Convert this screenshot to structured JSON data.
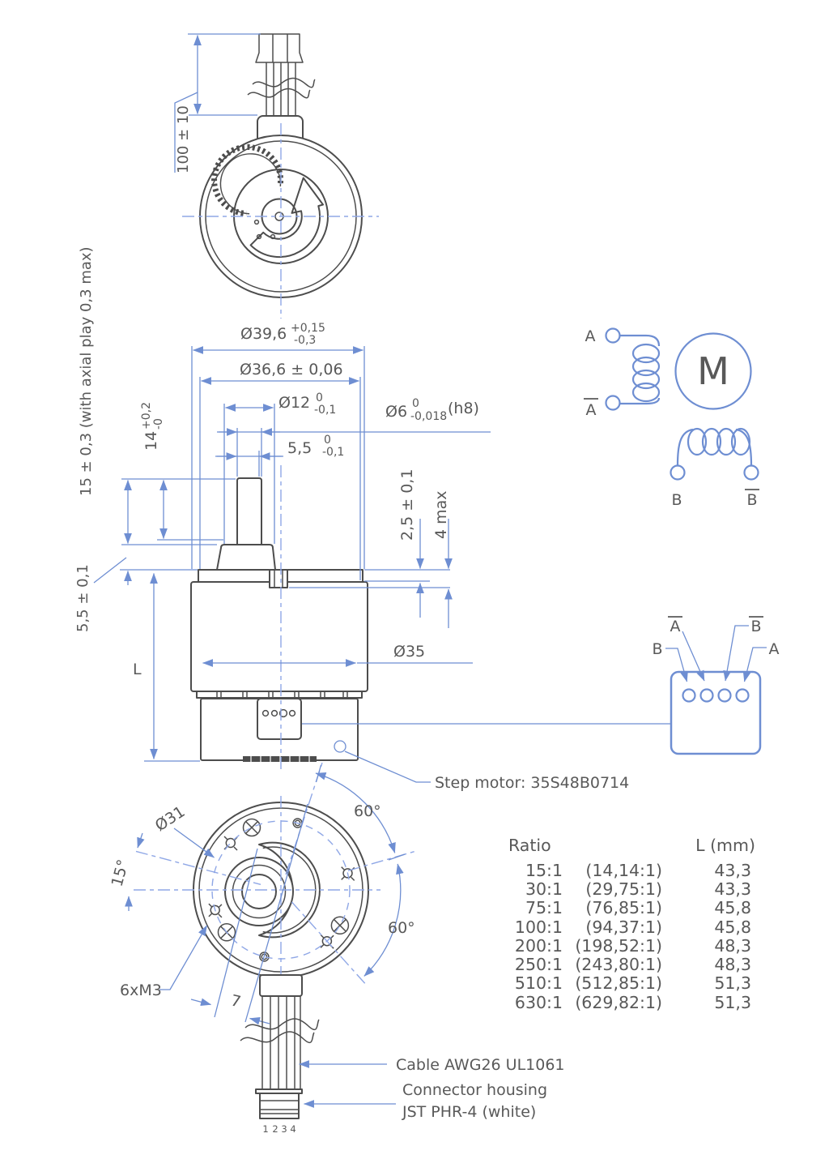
{
  "colors": {
    "outline": "#4d4d4d",
    "dimension_blue": "#6e8ed2",
    "centerline_blue": "#8fa7e6",
    "text_gray": "#595959"
  },
  "front_view": {
    "cable_length": "100 ± 10"
  },
  "side_view": {
    "dia_39_6": {
      "main": "Ø39,6",
      "upper": "+0,15",
      "lower": "-0,3"
    },
    "dia_36_6": "Ø36,6 ± 0,06",
    "dia_12": {
      "main": "Ø12",
      "upper": "0",
      "lower": "-0,1"
    },
    "dia_6": {
      "main": "Ø6",
      "upper": "0",
      "lower": "-0,018",
      "suffix": "(h8)"
    },
    "flat_5_5": {
      "main": "5,5",
      "upper": "0",
      "lower": "-0,1"
    },
    "height_15": "15 ± 0,3  (with axial play 0,3 max)",
    "height_14": {
      "main": "14",
      "upper": "+0,2",
      "lower": "-0"
    },
    "height_5_5": "5,5 ± 0,1",
    "plate_2_5": "2,5 ± 0,1",
    "step_4": "4 max",
    "length": "L",
    "dia_35": "Ø35",
    "step_motor": "Step motor: 35S48B0714"
  },
  "schematic": {
    "phase_a": "A",
    "phase_a_inv": "A",
    "phase_b": "B",
    "phase_b_inv": "B",
    "motor": "M"
  },
  "pinout": {
    "pin1": "B",
    "pin2": "A",
    "pin3": "B",
    "pin4": "A"
  },
  "bottom_view": {
    "bolt_circle": "Ø31",
    "angle_15": "15°",
    "angle_60_top": "60°",
    "angle_60_right": "60°",
    "thread": "6xM3",
    "key_width": "7"
  },
  "cable": {
    "cable_label": "Cable  AWG26  UL1061",
    "housing_label_1": "Connector housing",
    "housing_label_2": "JST PHR-4 (white)",
    "pin_numbers": [
      "1",
      "2",
      "3",
      "4"
    ]
  },
  "ratio_table": {
    "header_ratio": "Ratio",
    "header_length": "L (mm)",
    "rows": [
      {
        "nominal": "15:1",
        "exact": "(14,14:1)",
        "length": "43,3"
      },
      {
        "nominal": "30:1",
        "exact": "(29,75:1)",
        "length": "43,3"
      },
      {
        "nominal": "75:1",
        "exact": "(76,85:1)",
        "length": "45,8"
      },
      {
        "nominal": "100:1",
        "exact": "(94,37:1)",
        "length": "45,8"
      },
      {
        "nominal": "200:1",
        "exact": "(198,52:1)",
        "length": "48,3"
      },
      {
        "nominal": "250:1",
        "exact": "(243,80:1)",
        "length": "48,3"
      },
      {
        "nominal": "510:1",
        "exact": "(512,85:1)",
        "length": "51,3"
      },
      {
        "nominal": "630:1",
        "exact": "(629,82:1)",
        "length": "51,3"
      }
    ]
  }
}
